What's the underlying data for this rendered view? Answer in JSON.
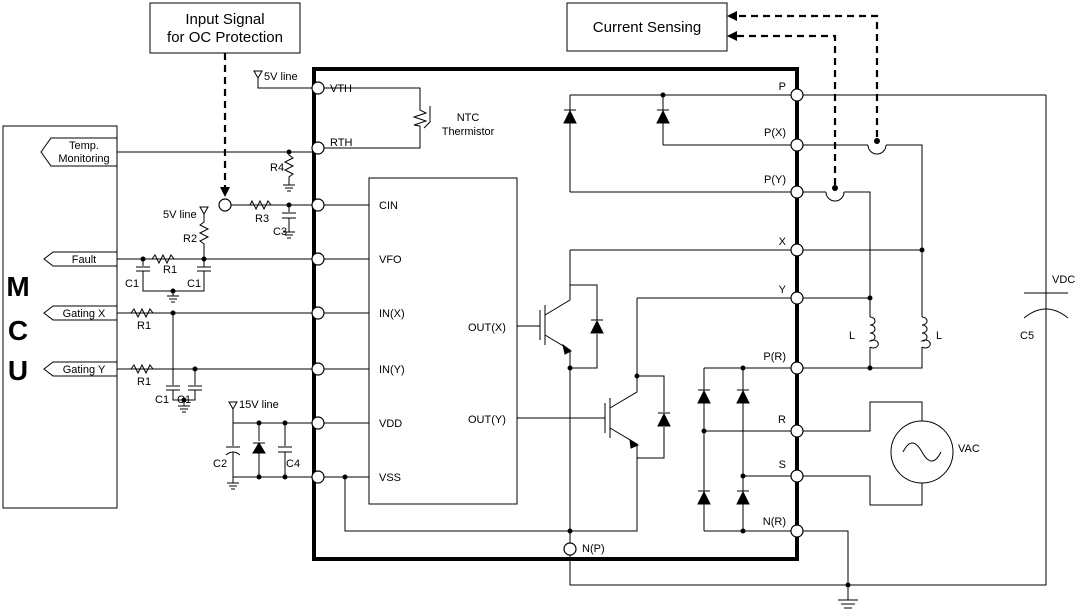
{
  "boxes": {
    "input_signal_line1": "Input Signal",
    "input_signal_line2": "for OC Protection",
    "current_sensing": "Current Sensing"
  },
  "mcu": {
    "letters": [
      "M",
      "C",
      "U"
    ],
    "signals": {
      "temp_line1": "Temp.",
      "temp_line2": "Monitoring",
      "fault": "Fault",
      "gating_x": "Gating X",
      "gating_y": "Gating Y"
    }
  },
  "supplies": {
    "v5_top": "5V line",
    "v5_mid": "5V line",
    "v15": "15V line"
  },
  "components": {
    "r1a": "R1",
    "r1b": "R1",
    "r1c": "R1",
    "r2": "R2",
    "r3": "R3",
    "r4": "R4",
    "c1a": "C1",
    "c1b": "C1",
    "c1c": "C1",
    "c1d": "C1",
    "c2": "C2",
    "c3": "C3",
    "c4": "C4",
    "c5": "C5",
    "l1": "L",
    "l2": "L",
    "vac": "VAC",
    "vdc": "VDC",
    "ntc_line1": "NTC",
    "ntc_line2": "Thermistor"
  },
  "pins_left": {
    "vth": "VTH",
    "rth": "RTH",
    "cin": "CIN",
    "vfo": "VFO",
    "in_x": "IN(X)",
    "in_y": "IN(Y)",
    "vdd": "VDD",
    "vss": "VSS"
  },
  "pins_right": {
    "p": "P",
    "p_x": "P(X)",
    "p_y": "P(Y)",
    "x": "X",
    "y": "Y",
    "p_r": "P(R)",
    "r": "R",
    "s": "S",
    "n_r": "N(R)",
    "n_p": "N(P)"
  },
  "outputs": {
    "out_x": "OUT(X)",
    "out_y": "OUT(Y)"
  }
}
